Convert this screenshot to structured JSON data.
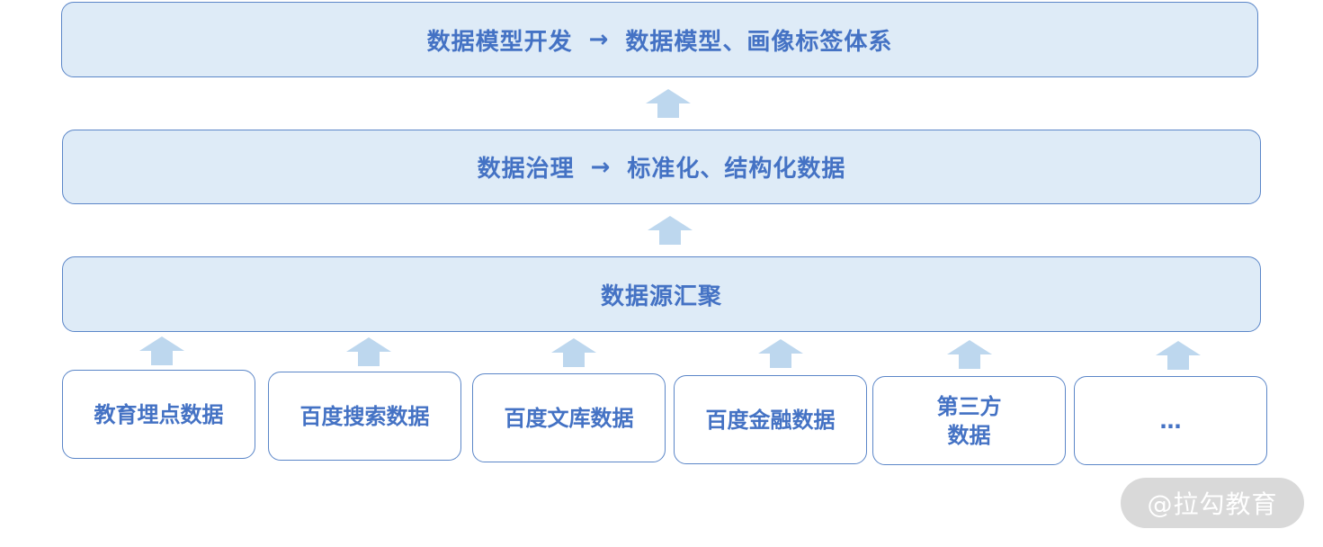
{
  "layers": {
    "top": {
      "left": "数据模型开发",
      "arrow": "→",
      "right": "数据模型、画像标签体系"
    },
    "middle": {
      "left": "数据治理",
      "arrow": "→",
      "right": "标准化、结构化数据"
    },
    "bottom": {
      "label": "数据源汇聚"
    }
  },
  "sources": [
    "教育埋点数据",
    "百度搜索数据",
    "百度文库数据",
    "百度金融数据",
    "第三方\n数据",
    "…"
  ],
  "watermark": "@拉勾教育",
  "colors": {
    "fill": "#deebf7",
    "border": "#5b86c8",
    "text": "#4472c4",
    "arrow": "#bdd7ee"
  }
}
